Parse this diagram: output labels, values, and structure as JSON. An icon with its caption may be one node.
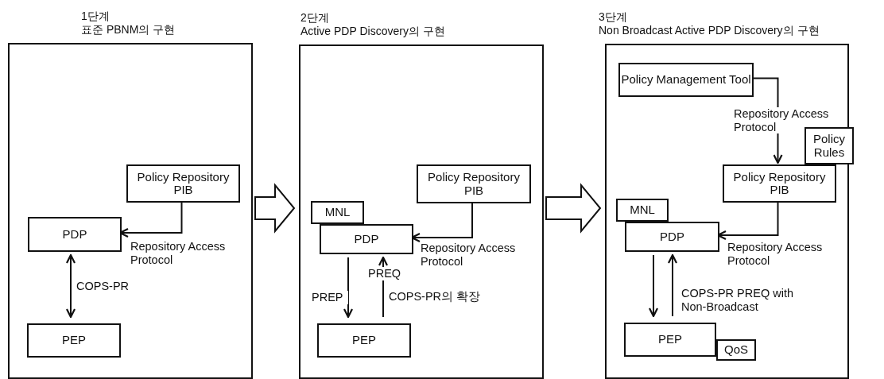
{
  "diagram": {
    "nodes": [
      {
        "text": [
          "1단계",
          "표준 PBNM의 구현"
        ]
      },
      {
        "text": [
          "Policy Repository PIB"
        ],
        "in": 0
      },
      {
        "text": [
          "PDP"
        ],
        "in": 0
      },
      {
        "text": [
          "PEP"
        ],
        "in": 0
      },
      {
        "text": [
          "2단계",
          "Active PDP Discovery의 구현"
        ]
      },
      {
        "text": [
          "Policy Repository PIB"
        ],
        "in": 4
      },
      {
        "text": [
          "MNL"
        ],
        "in": 4
      },
      {
        "text": [
          "PDP"
        ],
        "in": 4
      },
      {
        "text": [
          "PEP"
        ],
        "in": 4
      },
      {
        "text": [
          "3단계",
          "Non Broadcast Active PDP Discovery의 구현"
        ]
      },
      {
        "text": [
          "Policy Management Tool"
        ],
        "in": 9
      },
      {
        "text": [
          "Policy Rules"
        ],
        "in": 9
      },
      {
        "text": [
          "Policy Repository PIB"
        ],
        "in": 9
      },
      {
        "text": [
          "MNL"
        ],
        "in": 9
      },
      {
        "text": [
          "PDP"
        ],
        "in": 9
      },
      {
        "text": [
          "PEP"
        ],
        "in": 9
      },
      {
        "text": [
          "QoS"
        ],
        "in": 9
      }
    ],
    "edges": [
      {
        "from": 1,
        "to": 2,
        "arrow": "to",
        "label": "Repository Access Protocol"
      },
      {
        "from": 2,
        "to": 3,
        "arrow": "both",
        "label": "COPS-PR"
      },
      {
        "from": 0,
        "to": 4,
        "arrow": "to",
        "style": "thick"
      },
      {
        "from": 5,
        "to": 7,
        "arrow": "to",
        "label": "Repository Access Protocol"
      },
      {
        "from": 7,
        "to": 8,
        "arrow": "to",
        "label": "PREP"
      },
      {
        "from": 8,
        "to": 7,
        "arrow": "to",
        "label": "PREQ"
      },
      {
        "from": 4,
        "to": 9,
        "arrow": "to",
        "style": "thick"
      },
      {
        "from": 10,
        "to": 12,
        "arrow": "to",
        "label": "Repository Access Protocol"
      },
      {
        "from": 12,
        "to": 14,
        "arrow": "to",
        "label": "Repository Access Protocol"
      },
      {
        "from": 14,
        "to": 15,
        "arrow": "to"
      },
      {
        "from": 15,
        "to": 14,
        "arrow": "to",
        "label": "COPS-PR PREQ with Non-Broadcast"
      }
    ],
    "labels": [
      "COPS-PR의 확장"
    ]
  }
}
